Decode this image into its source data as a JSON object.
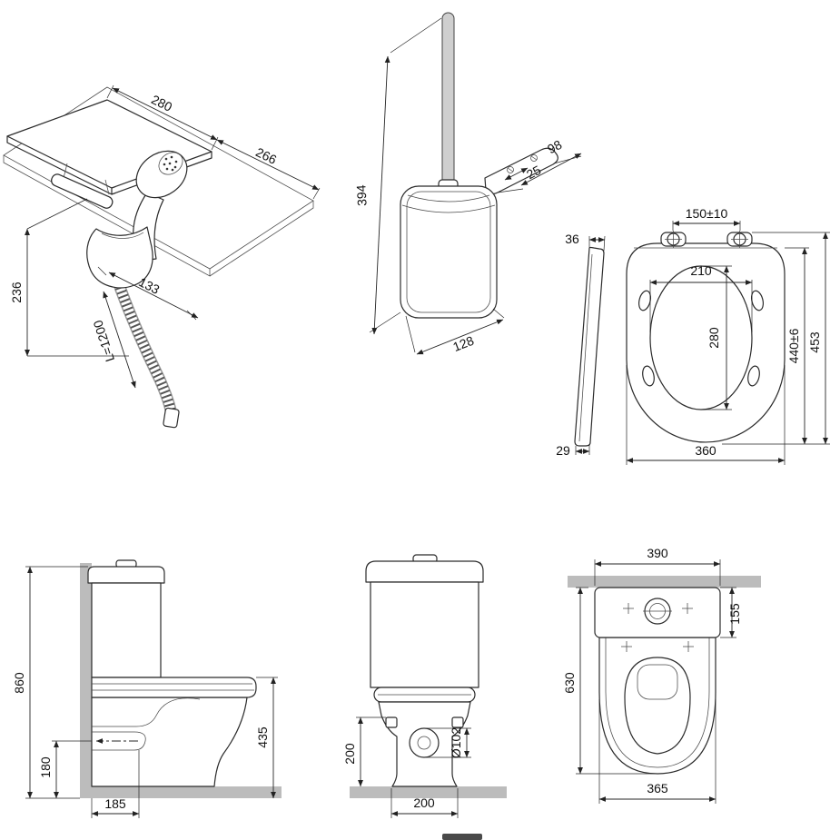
{
  "colors": {
    "line": "#2b2b2b",
    "wall_fill": "#bcbcbc",
    "background": "#ffffff"
  },
  "diagrams": {
    "sprayer": {
      "title": "hygienic-shower-with-shelf-isometric",
      "dims": {
        "shelf_width": "280",
        "panel_width": "266",
        "holder_offset": "133",
        "height": "236",
        "hose_length": "L=1200"
      }
    },
    "brush": {
      "title": "toilet-brush-wall-holder",
      "dims": {
        "height": "394",
        "plate_depth": "98",
        "plate_inset": "25",
        "cup_width": "128"
      }
    },
    "seat": {
      "title": "toilet-seat-views",
      "dims": {
        "profile_front": "36",
        "profile_rear": "29",
        "hinge_spacing": "150±10",
        "opening_width": "210",
        "opening_length": "280",
        "length_to_hinge": "440±6",
        "length_total": "453",
        "width": "360"
      }
    },
    "wc_side": {
      "title": "wc-side-view",
      "dims": {
        "total_height": "860",
        "outlet_height": "180",
        "bowl_height": "435",
        "outlet_offset": "185"
      }
    },
    "wc_front": {
      "title": "wc-front-view",
      "dims": {
        "mount_height": "200",
        "outlet_diameter": "Ø102",
        "mount_spacing": "200"
      }
    },
    "wc_top": {
      "title": "wc-top-view",
      "dims": {
        "tank_width": "390",
        "tank_depth": "155",
        "total_depth": "630",
        "bowl_width": "365"
      }
    }
  }
}
